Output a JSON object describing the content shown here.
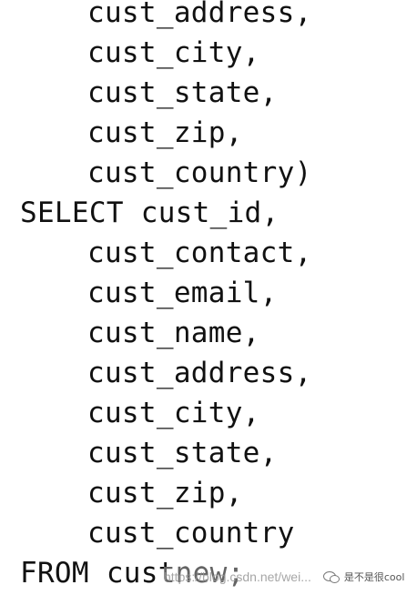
{
  "code": {
    "lines": [
      "cust_address,",
      "cust_city,",
      "cust_state,",
      "cust_zip,",
      "cust_country)",
      "SELECT cust_id,",
      "cust_contact,",
      "cust_email,",
      "cust_name,",
      "cust_address,",
      "cust_city,",
      "cust_state,",
      "cust_zip,",
      "cust_country",
      "FROM custnew;"
    ]
  },
  "watermark": {
    "url": "https://blog.csdn.net/wei...",
    "icon": "wechat-icon",
    "brand": "是不是很cool"
  }
}
